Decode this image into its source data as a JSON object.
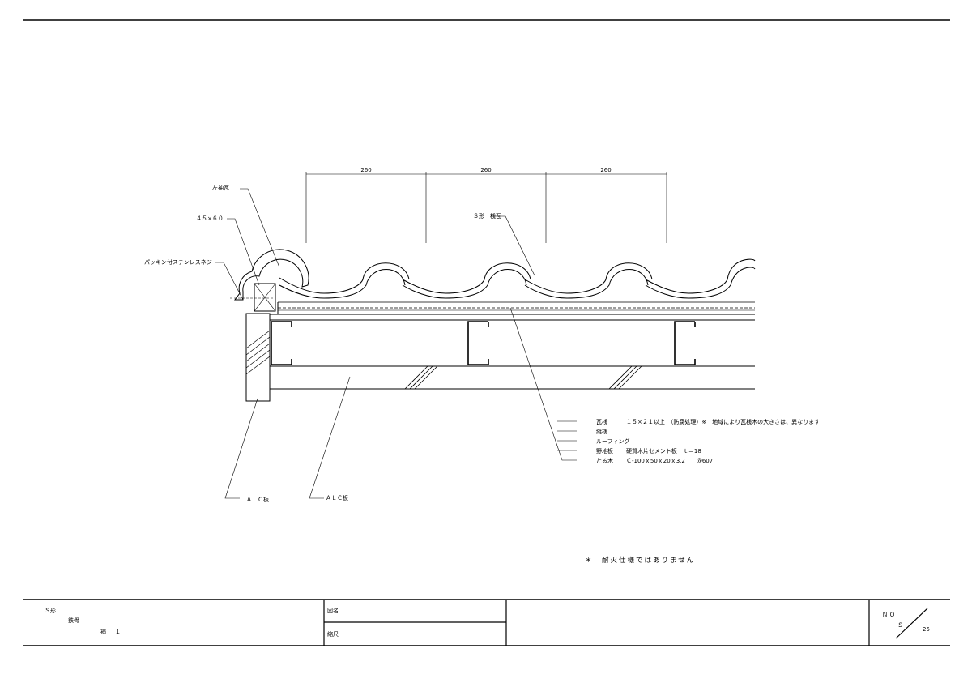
{
  "dimensions": [
    "260",
    "260",
    "260"
  ],
  "callouts": {
    "sode": "左袖瓦",
    "wood": "４５×６０",
    "screw": "パッキン付ステンレスネジ",
    "tile": "Ｓ形　桟瓦",
    "alc_left": "ＡＬＣ板",
    "alc_right": "ＡＬＣ板"
  },
  "spec_list": [
    {
      "name": "瓦桟",
      "desc": "１５×２１以上　（防腐処理）※　地域により瓦桟木の大きさは、異なります"
    },
    {
      "name": "縦桟",
      "desc": ""
    },
    {
      "name": "ルーフィング",
      "desc": ""
    },
    {
      "name": "野地板",
      "desc": "硬質木片セメント板　ｔ＝18"
    },
    {
      "name": "たる木",
      "desc": "Ｃ-100ｘ50ｘ20ｘ3.2　　@607"
    }
  ],
  "notice": "＊　耐火仕様ではありません",
  "title_block": {
    "line1": "Ｓ形",
    "line2": "鉄骨",
    "line3": "補　１",
    "drawing_name_label": "図名",
    "scale_label": "縮尺",
    "no_label": "ＮＯ",
    "s_label": "Ｓ",
    "sheet_no": "25"
  }
}
